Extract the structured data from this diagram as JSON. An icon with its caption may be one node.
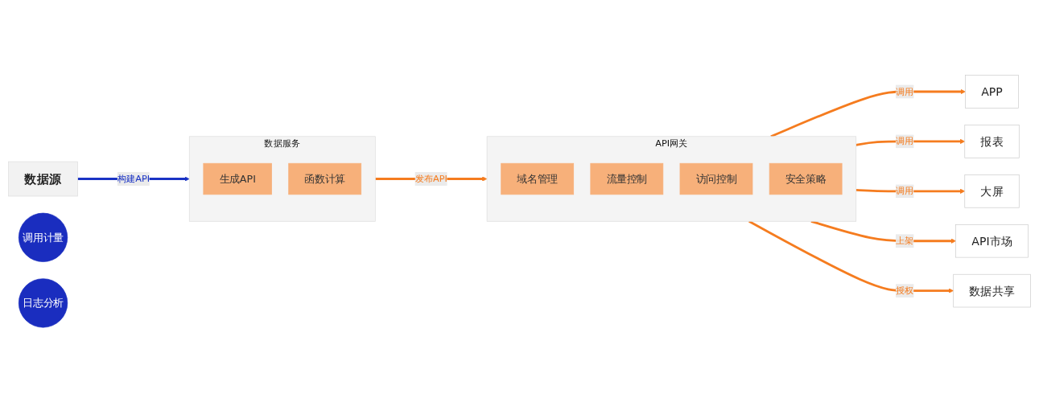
{
  "diagram": {
    "nodes": [
      {
        "text": [
          "数据源"
        ]
      },
      {
        "text": [
          "数据服务"
        ]
      },
      {
        "text": [
          "生成API"
        ],
        "in": 1
      },
      {
        "text": [
          "函数计算"
        ],
        "in": 1
      },
      {
        "text": [
          "调用计量"
        ]
      },
      {
        "text": [
          "日志分析"
        ]
      },
      {
        "text": [
          "API网关"
        ]
      },
      {
        "text": [
          "域名管理"
        ],
        "in": 6
      },
      {
        "text": [
          "流量控制"
        ],
        "in": 6
      },
      {
        "text": [
          "访问控制"
        ],
        "in": 6
      },
      {
        "text": [
          "安全策略"
        ],
        "in": 6
      },
      {
        "text": [
          "APP"
        ]
      },
      {
        "text": [
          "报表"
        ]
      },
      {
        "text": [
          "大屏"
        ]
      },
      {
        "text": [
          "API市场"
        ]
      },
      {
        "text": [
          "数据共享"
        ]
      }
    ],
    "edges": [
      {
        "from": 0,
        "to": 1,
        "arrow": "to",
        "label": "构建API",
        "color": "#1a33c4"
      },
      {
        "from": 1,
        "to": 6,
        "arrow": "to",
        "label": "发布API"
      },
      {
        "from": 6,
        "to": 11,
        "arrow": "to",
        "label": "调用"
      },
      {
        "from": 6,
        "to": 12,
        "arrow": "to",
        "label": "调用"
      },
      {
        "from": 6,
        "to": 13,
        "arrow": "to",
        "label": "调用"
      },
      {
        "from": 6,
        "to": 14,
        "arrow": "to",
        "label": "上架"
      },
      {
        "from": 6,
        "to": 15,
        "arrow": "to",
        "label": "授权"
      }
    ]
  }
}
